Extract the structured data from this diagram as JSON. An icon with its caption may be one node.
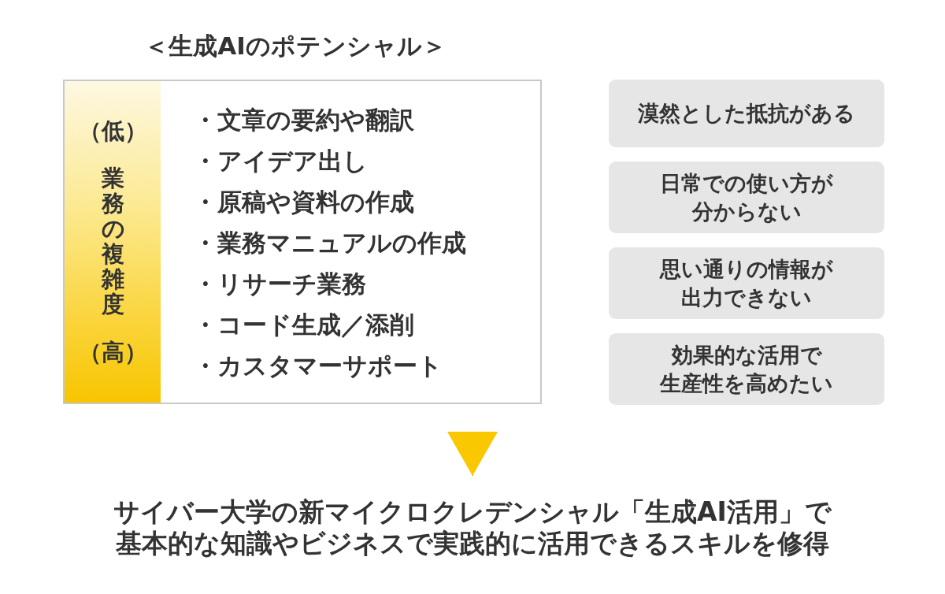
{
  "diagram": {
    "title": "＜生成AIのポテンシャル＞",
    "nodes": [
      {
        "text": [
          "・文章の要約や翻訳",
          "・アイデア出し",
          "・原稿や資料の作成",
          "・業務マニュアルの作成",
          "・リサーチ業務",
          "・コード生成／添削",
          "・カスタマーサポート"
        ]
      },
      {
        "text": [
          "（低）",
          "業務の複雑度",
          "（高）"
        ],
        "in": 0
      },
      {
        "text": [
          "漠然とした抵抗がある"
        ]
      },
      {
        "text": [
          "日常での使い方が分からない"
        ]
      },
      {
        "text": [
          "思い通りの情報が出力できない"
        ]
      },
      {
        "text": [
          "効果的な活用で生産性を高めたい"
        ]
      },
      {
        "text": [
          "サイバー大学の新マイクロクレデンシャル「生成AI活用」で基本的な知識やビジネスで実践的に活用できるスキルを修得"
        ]
      }
    ],
    "edges": [
      {
        "from": null,
        "to": 6,
        "arrow": "to"
      }
    ]
  }
}
